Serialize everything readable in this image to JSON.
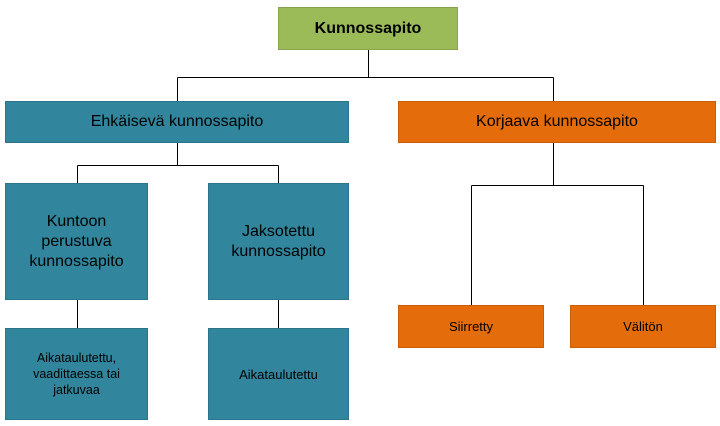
{
  "colors": {
    "root": "#9bbb59",
    "preventive": "#31859c",
    "corrective": "#e46c0a",
    "connector": "#000000"
  },
  "diagram": {
    "root": {
      "label": "Kunnossapito"
    },
    "preventive": {
      "label": "Ehkäisevä kunnossapito",
      "condition_based": {
        "label": "Kuntoon perustuva kunnossapito",
        "detail": "Aikataulutettu, vaadittaessa tai jatkuvaa"
      },
      "periodic": {
        "label": "Jaksotettu kunnossapito",
        "detail": "Aikataulutettu"
      }
    },
    "corrective": {
      "label": "Korjaava kunnossapito",
      "deferred": {
        "label": "Siirretty"
      },
      "immediate": {
        "label": "Välitön"
      }
    }
  }
}
